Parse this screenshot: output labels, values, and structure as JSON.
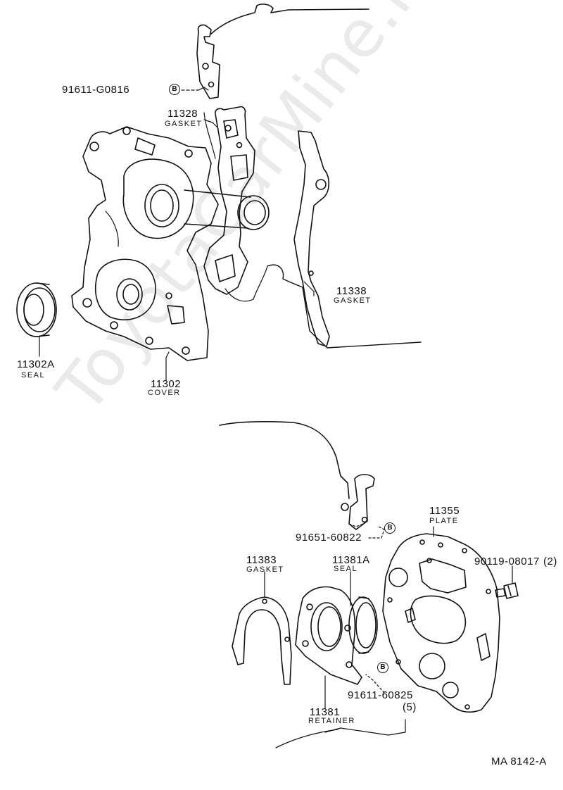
{
  "watermark": "ToyotaCarMine.ru",
  "figure_code": "MA 8142-A",
  "bolt_marker": "B",
  "parts": {
    "bolt_top": {
      "number": "91611-G0816"
    },
    "gasket_11328": {
      "number": "11328",
      "name": "GASKET"
    },
    "gasket_11338": {
      "number": "11338",
      "name": "GASKET"
    },
    "seal_11302a": {
      "number": "11302A",
      "name": "SEAL"
    },
    "cover_11302": {
      "number": "11302",
      "name": "COVER"
    },
    "bolt_91651": {
      "number": "91651-60822"
    },
    "plate_11355": {
      "number": "11355",
      "name": "PLATE"
    },
    "bolt_90119": {
      "number": "90119-08017",
      "qty": "(2)"
    },
    "gasket_11383": {
      "number": "11383",
      "name": "GASKET"
    },
    "seal_11381a": {
      "number": "11381A",
      "name": "SEAL"
    },
    "retainer_11381": {
      "number": "11381",
      "name": "RETAINER"
    },
    "bolt_91611": {
      "number": "91611-60825",
      "qty": "(5)"
    }
  }
}
